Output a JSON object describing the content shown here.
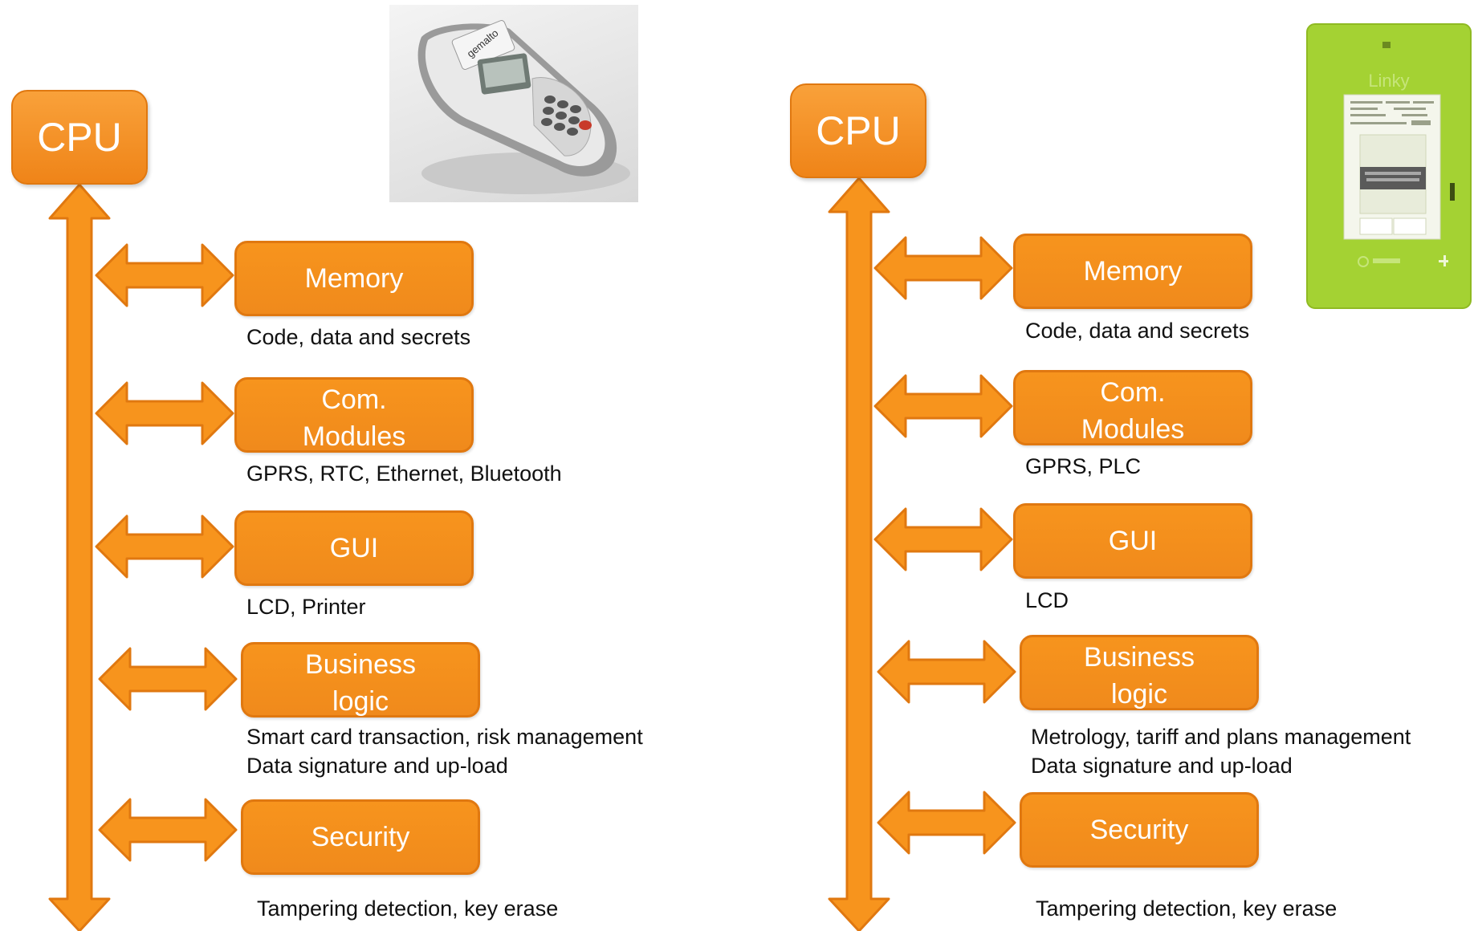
{
  "left": {
    "cpu_label": "CPU",
    "blocks": [
      {
        "label_lines": [
          "Memory"
        ],
        "description": [
          "Code, data and secrets"
        ]
      },
      {
        "label_lines": [
          "Com.",
          "Modules"
        ],
        "description": [
          "GPRS, RTC, Ethernet, Bluetooth"
        ]
      },
      {
        "label_lines": [
          "GUI"
        ],
        "description": [
          "LCD, Printer"
        ]
      },
      {
        "label_lines": [
          "Business",
          "logic"
        ],
        "description": [
          "Smart card transaction, risk management",
          "Data signature and up-load"
        ]
      },
      {
        "label_lines": [
          "Security"
        ],
        "description": [
          "Tampering detection, key erase"
        ]
      }
    ],
    "device_logo": "gemalto"
  },
  "right": {
    "cpu_label": "CPU",
    "blocks": [
      {
        "label_lines": [
          "Memory"
        ],
        "description": [
          "Code, data and secrets"
        ]
      },
      {
        "label_lines": [
          "Com.",
          "Modules"
        ],
        "description": [
          "GPRS, PLC"
        ]
      },
      {
        "label_lines": [
          "GUI"
        ],
        "description": [
          "LCD"
        ]
      },
      {
        "label_lines": [
          "Business",
          "logic"
        ],
        "description": [
          "Metrology, tariff and plans management",
          "Data signature and up-load"
        ]
      },
      {
        "label_lines": [
          "Security"
        ],
        "description": [
          "Tampering detection, key erase"
        ]
      }
    ],
    "device_logo": "Linky"
  },
  "colors": {
    "orange": "#f7941d",
    "orange_border": "#e07810",
    "meter_green": "#a4d233"
  }
}
